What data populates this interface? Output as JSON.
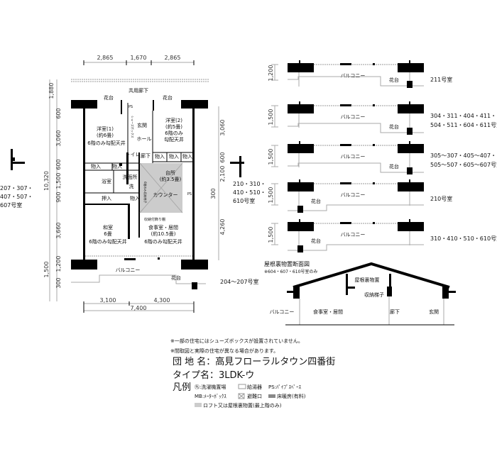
{
  "plan": {
    "top_dims": [
      "2,865",
      "1,670",
      "2,865"
    ],
    "bottom_dims": [
      "3,100",
      "4,300",
      "7,400"
    ],
    "left_dims": [
      "1,880",
      "600",
      "3,060",
      "600",
      "1,500",
      "900",
      "3,660",
      "1,200",
      "300"
    ],
    "left_totals": [
      "10,320",
      "1,500"
    ],
    "right_dims": [
      "3,060",
      "600",
      "2,100",
      "300",
      "4,260"
    ],
    "corridor": "共用廊下",
    "planter": "花台",
    "western1": [
      "洋室(1)",
      "(約6畳)",
      "6階のみ勾配天井"
    ],
    "western2": [
      "洋室(2)",
      "(約5畳)",
      "6階のみ",
      "勾配天井"
    ],
    "entrance": "玄関",
    "hall": "ホール",
    "toilet": "トイレ",
    "hallway": "廊下",
    "closet": "物入",
    "bath": "浴室",
    "washroom": "洗面所",
    "washer": "洗",
    "kitchen": [
      "台所",
      "(約3.5畳)"
    ],
    "counter": "カウンター",
    "oshiire": "押入",
    "shelf": "収納付飾り棚",
    "japanese": [
      "和室",
      "6畳",
      "6階のみ勾配天井"
    ],
    "living": [
      "食事室・居間",
      "(約10.5畳)",
      "6階のみ勾配天井"
    ],
    "ps": "PS",
    "shoebox": "シューズボックス",
    "ladder_note": "6階のみ収納梯子",
    "balcony": "バルコニー",
    "room_label_main": "204～207号室",
    "room_label_left": [
      "207・307・",
      "407・507・",
      "607号室"
    ],
    "room_label_right": [
      "210・310・",
      "410・510・",
      "610号室"
    ]
  },
  "sections": [
    {
      "dim": "1,200",
      "label": [
        "211号室"
      ],
      "planter_side": "right"
    },
    {
      "dim": "1,500",
      "label": [
        "304・311・404・411・",
        "504・511・604・611号室"
      ],
      "planter_side": "right"
    },
    {
      "dim": "1,500",
      "label": [
        "305～307・405～407・",
        "505～507・605～607号室"
      ],
      "planter_side": "right"
    },
    {
      "dim": "1,500",
      "label": [
        "210号室"
      ],
      "planter_side": "left"
    },
    {
      "dim": "1,500",
      "label": [
        "310・410・510・610号室"
      ],
      "planter_side": "left"
    }
  ],
  "section_text": {
    "balcony": "バルコニー",
    "planter": "花台"
  },
  "attic": {
    "title": "屋根裏物置断面図",
    "note": "※604・607・610号室のみ",
    "storage": "屋根裏物置",
    "ladder": "収納梯子",
    "balcony": "バルコニー",
    "living": "食事室・居間",
    "hallway": "廊下",
    "entrance": "玄関"
  },
  "notes": [
    "※一部の住宅にはシューズボックスが設置されていません。",
    "※間取図と実際の住宅が異なる場合があります。"
  ],
  "complex": "団 地 名：高見フローラルタウン四番街",
  "type": "タイプ名：3LDK-ウ",
  "legend": {
    "title": "凡例",
    "items": [
      "㊈:洗濯機置場",
      "給湯器",
      "PS:ﾊﾟｲﾌﾟｽﾍﾟｰｽ",
      "MB:ﾒｰﾀｰﾎﾞｯｸｽ",
      "避難口",
      "床暖房(有料)",
      "ロフト又は屋根裏物置(最上階のみ)"
    ]
  }
}
